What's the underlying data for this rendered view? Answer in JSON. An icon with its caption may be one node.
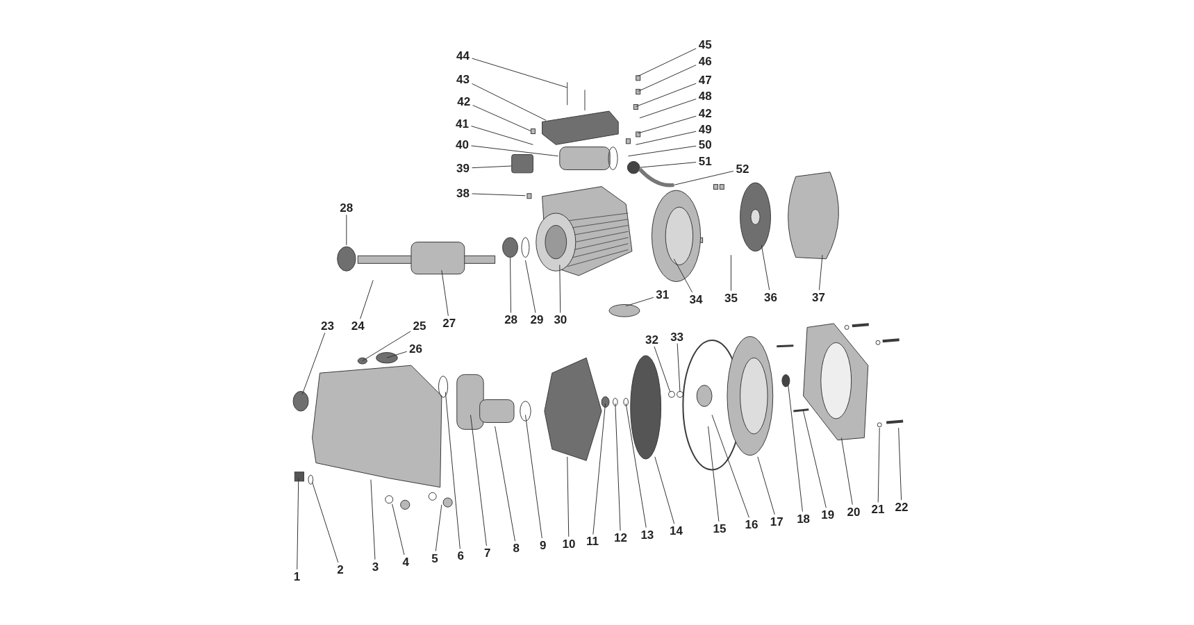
{
  "diagram": {
    "nodes": [
      {
        "text": [
          "45"
        ]
      },
      {
        "text": [
          "44"
        ]
      },
      {
        "text": [
          "46"
        ]
      },
      {
        "text": [
          "43"
        ]
      },
      {
        "text": [
          "47"
        ]
      },
      {
        "text": [
          "48"
        ]
      },
      {
        "text": [
          "42"
        ]
      },
      {
        "text": [
          "42"
        ]
      },
      {
        "text": [
          "41"
        ]
      },
      {
        "text": [
          "49"
        ]
      },
      {
        "text": [
          "40"
        ]
      },
      {
        "text": [
          "50"
        ]
      },
      {
        "text": [
          "51"
        ]
      },
      {
        "text": [
          "52"
        ]
      },
      {
        "text": [
          "39"
        ]
      },
      {
        "text": [
          "38"
        ]
      },
      {
        "text": [
          "28"
        ]
      },
      {
        "text": [
          "31"
        ]
      },
      {
        "text": [
          "37"
        ]
      },
      {
        "text": [
          "36"
        ]
      },
      {
        "text": [
          "35"
        ]
      },
      {
        "text": [
          "34"
        ]
      },
      {
        "text": [
          "23"
        ]
      },
      {
        "text": [
          "24"
        ]
      },
      {
        "text": [
          "27"
        ]
      },
      {
        "text": [
          "28"
        ]
      },
      {
        "text": [
          "29"
        ]
      },
      {
        "text": [
          "30"
        ]
      },
      {
        "text": [
          "25"
        ]
      },
      {
        "text": [
          "33"
        ]
      },
      {
        "text": [
          "32"
        ]
      },
      {
        "text": [
          "26"
        ]
      },
      {
        "text": [
          "22"
        ]
      },
      {
        "text": [
          "21"
        ]
      },
      {
        "text": [
          "20"
        ]
      },
      {
        "text": [
          "19"
        ]
      },
      {
        "text": [
          "18"
        ]
      },
      {
        "text": [
          "17"
        ]
      },
      {
        "text": [
          "16"
        ]
      },
      {
        "text": [
          "15"
        ]
      },
      {
        "text": [
          "14"
        ]
      },
      {
        "text": [
          "13"
        ]
      },
      {
        "text": [
          "12"
        ]
      },
      {
        "text": [
          "11"
        ]
      },
      {
        "text": [
          "10"
        ]
      },
      {
        "text": [
          "9"
        ]
      },
      {
        "text": [
          "8"
        ]
      },
      {
        "text": [
          "7"
        ]
      },
      {
        "text": [
          "6"
        ]
      },
      {
        "text": [
          "5"
        ]
      },
      {
        "text": [
          "4"
        ]
      },
      {
        "text": [
          "3"
        ]
      },
      {
        "text": [
          "2"
        ]
      },
      {
        "text": [
          "1"
        ]
      }
    ],
    "edges": [
      {
        "from": 0,
        "to": null,
        "arrow": "none"
      },
      {
        "from": 1,
        "to": null,
        "arrow": "none"
      },
      {
        "from": 2,
        "to": null,
        "arrow": "none"
      },
      {
        "from": 3,
        "to": null,
        "arrow": "none"
      },
      {
        "from": 4,
        "to": null,
        "arrow": "none"
      },
      {
        "from": 5,
        "to": null,
        "arrow": "none"
      },
      {
        "from": 6,
        "to": null,
        "arrow": "none"
      },
      {
        "from": 7,
        "to": null,
        "arrow": "none"
      },
      {
        "from": 8,
        "to": null,
        "arrow": "none"
      },
      {
        "from": 9,
        "to": null,
        "arrow": "none"
      },
      {
        "from": 10,
        "to": null,
        "arrow": "none"
      },
      {
        "from": 11,
        "to": null,
        "arrow": "none"
      },
      {
        "from": 12,
        "to": null,
        "arrow": "none"
      },
      {
        "from": 13,
        "to": null,
        "arrow": "none"
      },
      {
        "from": 14,
        "to": null,
        "arrow": "none"
      },
      {
        "from": 15,
        "to": null,
        "arrow": "none"
      },
      {
        "from": 16,
        "to": null,
        "arrow": "none"
      },
      {
        "from": 17,
        "to": null,
        "arrow": "none"
      },
      {
        "from": 18,
        "to": null,
        "arrow": "none"
      },
      {
        "from": 19,
        "to": null,
        "arrow": "none"
      },
      {
        "from": 20,
        "to": null,
        "arrow": "none"
      },
      {
        "from": 21,
        "to": null,
        "arrow": "none"
      },
      {
        "from": 22,
        "to": null,
        "arrow": "none"
      },
      {
        "from": 23,
        "to": null,
        "arrow": "none"
      },
      {
        "from": 24,
        "to": null,
        "arrow": "none"
      },
      {
        "from": 25,
        "to": null,
        "arrow": "none"
      },
      {
        "from": 26,
        "to": null,
        "arrow": "none"
      },
      {
        "from": 27,
        "to": null,
        "arrow": "none"
      },
      {
        "from": 28,
        "to": null,
        "arrow": "none"
      },
      {
        "from": 29,
        "to": null,
        "arrow": "none"
      },
      {
        "from": 30,
        "to": null,
        "arrow": "none"
      },
      {
        "from": 31,
        "to": null,
        "arrow": "none"
      },
      {
        "from": 32,
        "to": null,
        "arrow": "none"
      },
      {
        "from": 33,
        "to": null,
        "arrow": "none"
      },
      {
        "from": 34,
        "to": null,
        "arrow": "none"
      },
      {
        "from": 35,
        "to": null,
        "arrow": "none"
      },
      {
        "from": 36,
        "to": null,
        "arrow": "none"
      },
      {
        "from": 37,
        "to": null,
        "arrow": "none"
      },
      {
        "from": 38,
        "to": null,
        "arrow": "none"
      },
      {
        "from": 39,
        "to": null,
        "arrow": "none"
      },
      {
        "from": 40,
        "to": null,
        "arrow": "none"
      },
      {
        "from": 41,
        "to": null,
        "arrow": "none"
      },
      {
        "from": 42,
        "to": null,
        "arrow": "none"
      },
      {
        "from": 43,
        "to": null,
        "arrow": "none"
      },
      {
        "from": 44,
        "to": null,
        "arrow": "none"
      },
      {
        "from": 45,
        "to": null,
        "arrow": "none"
      },
      {
        "from": 46,
        "to": null,
        "arrow": "none"
      },
      {
        "from": 47,
        "to": null,
        "arrow": "none"
      },
      {
        "from": 48,
        "to": null,
        "arrow": "none"
      },
      {
        "from": 49,
        "to": null,
        "arrow": "none"
      },
      {
        "from": 50,
        "to": null,
        "arrow": "none"
      },
      {
        "from": 51,
        "to": null,
        "arrow": "none"
      },
      {
        "from": 52,
        "to": null,
        "arrow": "none"
      },
      {
        "from": 53,
        "to": null,
        "arrow": "none"
      }
    ]
  }
}
